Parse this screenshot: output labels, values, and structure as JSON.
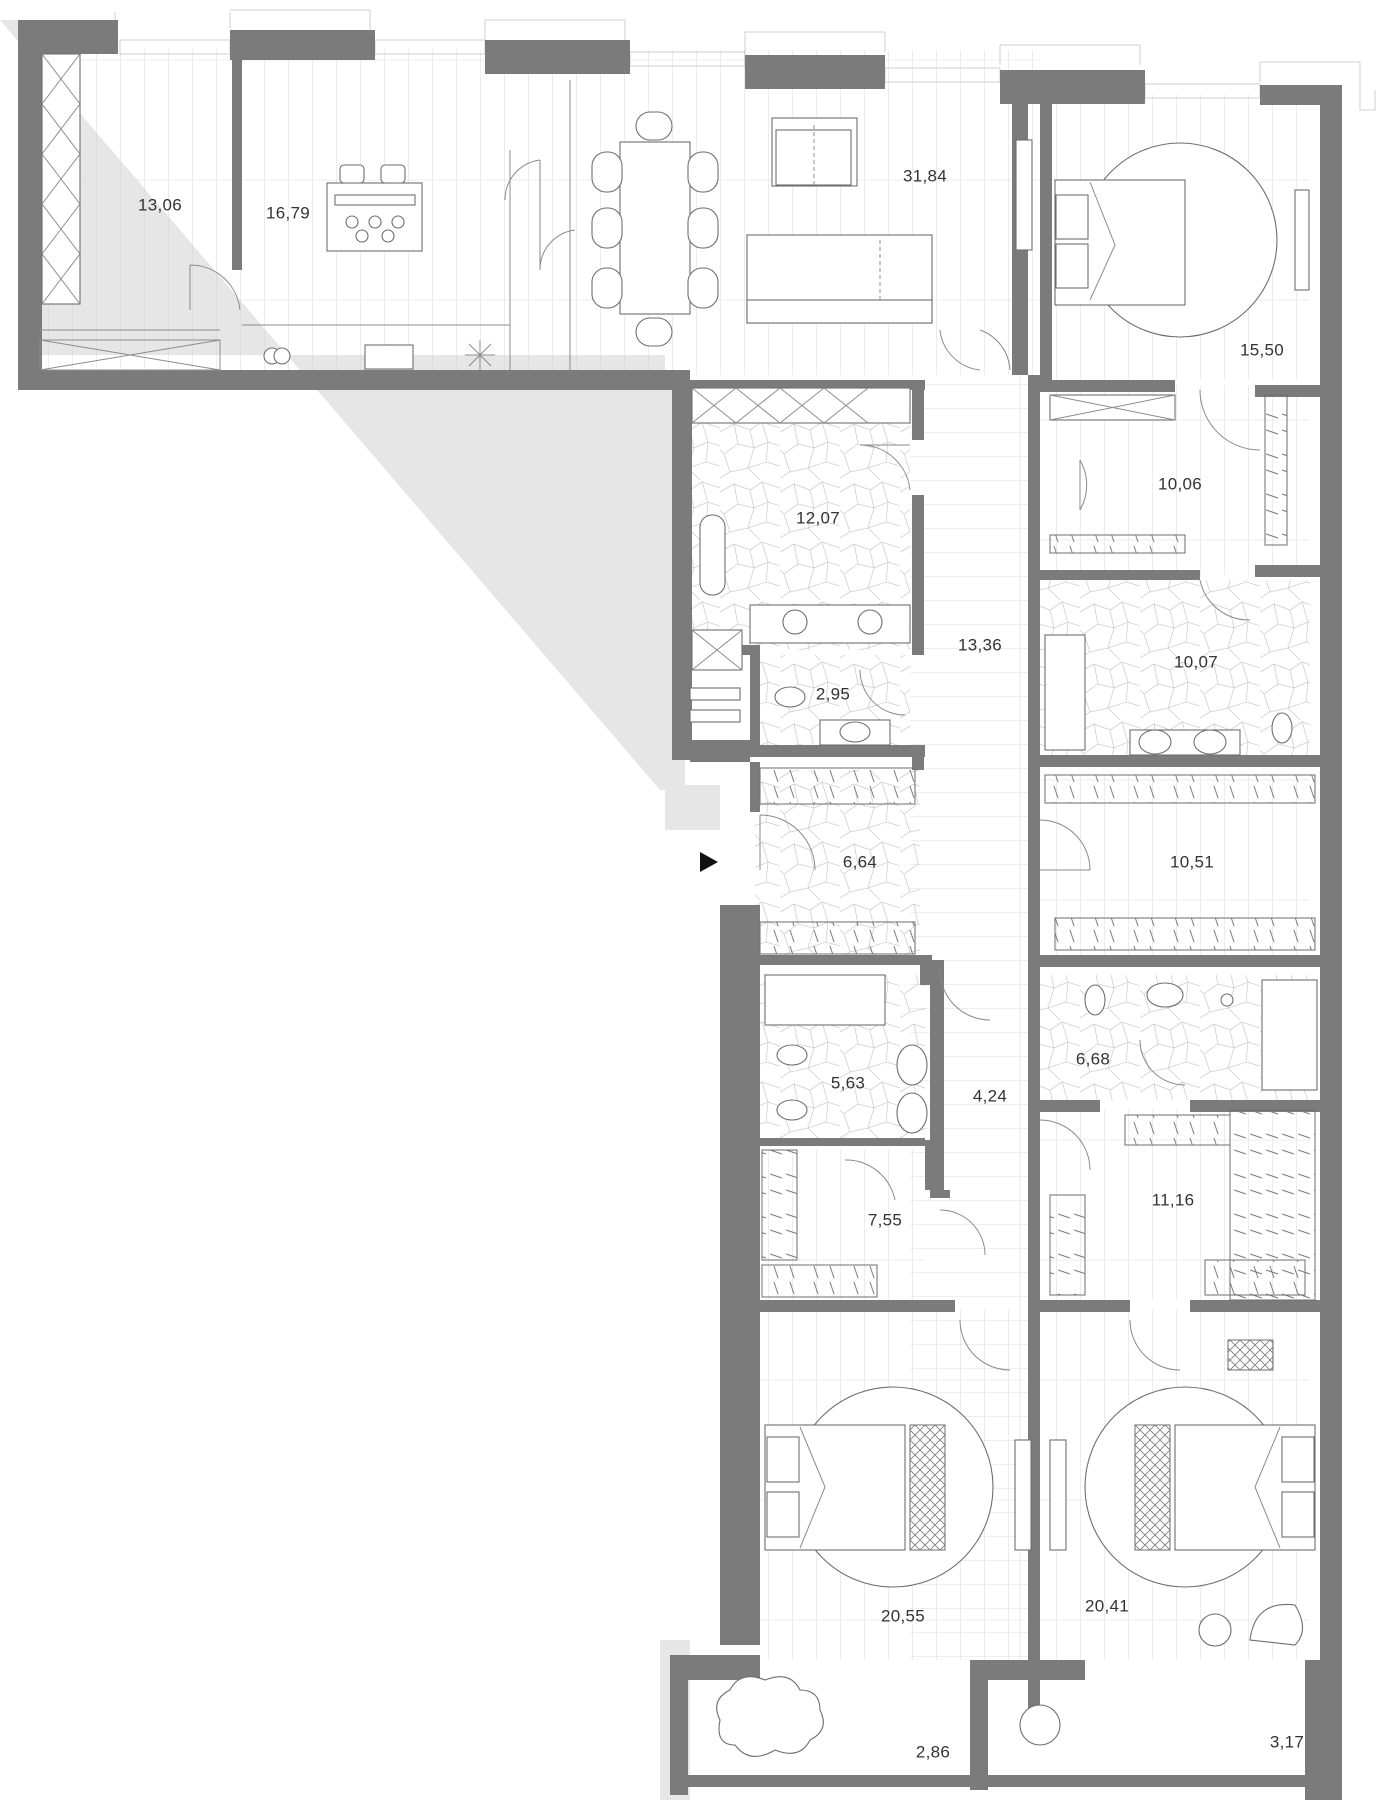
{
  "plan": {
    "rooms": [
      {
        "id": "storage-left",
        "area": "13,06"
      },
      {
        "id": "kitchen",
        "area": "16,79"
      },
      {
        "id": "living-dining",
        "area": "31,84"
      },
      {
        "id": "master-bedroom",
        "area": "15,50"
      },
      {
        "id": "laundry",
        "area": "12,07"
      },
      {
        "id": "walk-in-closet-top",
        "area": "10,06"
      },
      {
        "id": "corridor",
        "area": "13,36"
      },
      {
        "id": "master-bathroom",
        "area": "10,07"
      },
      {
        "id": "guest-wc",
        "area": "2,95"
      },
      {
        "id": "entrance-hall",
        "area": "6,64"
      },
      {
        "id": "dressing-room-middle",
        "area": "10,51"
      },
      {
        "id": "bathroom-left",
        "area": "5,63"
      },
      {
        "id": "bathroom-right",
        "area": "6,68"
      },
      {
        "id": "hall-small",
        "area": "4,24"
      },
      {
        "id": "dressing-room-left",
        "area": "7,55"
      },
      {
        "id": "dressing-room-right",
        "area": "11,16"
      },
      {
        "id": "bedroom-left",
        "area": "20,55"
      },
      {
        "id": "bedroom-right",
        "area": "20,41"
      },
      {
        "id": "balcony-left",
        "area": "2,86"
      },
      {
        "id": "balcony-right",
        "area": "3,17"
      }
    ],
    "entrance_marker": "entrance-arrow-icon",
    "colors": {
      "wall": "#7b7b7b",
      "shadow": "#e6e6e6",
      "line": "#8c8c8c",
      "background": "#ffffff"
    }
  }
}
